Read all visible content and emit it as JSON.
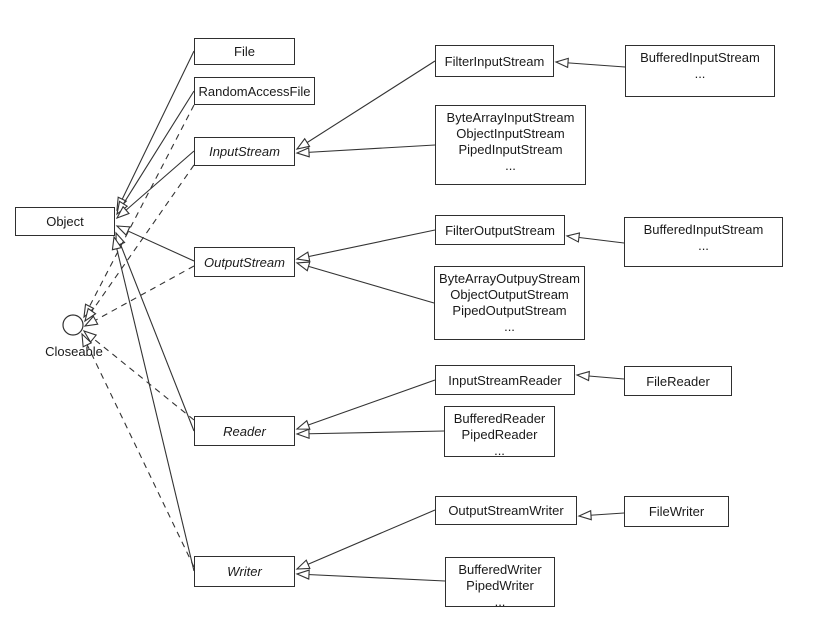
{
  "diagram": {
    "type": "uml-class-diagram",
    "nodes": {
      "object": {
        "label": "Object",
        "kind": "class"
      },
      "closeable": {
        "label": "Closeable",
        "kind": "interface-lollipop"
      },
      "file": {
        "label": "File",
        "kind": "class"
      },
      "random_access_file": {
        "label": "RandomAccessFile",
        "kind": "class"
      },
      "input_stream": {
        "label": "InputStream",
        "kind": "abstract-class"
      },
      "output_stream": {
        "label": "OutputStream",
        "kind": "abstract-class"
      },
      "reader": {
        "label": "Reader",
        "kind": "abstract-class"
      },
      "writer": {
        "label": "Writer",
        "kind": "abstract-class"
      },
      "filter_input_stream": {
        "label": "FilterInputStream",
        "kind": "class"
      },
      "buffered_input_stream_top": {
        "lines": [
          "BufferedInputStream",
          "..."
        ],
        "kind": "class-group"
      },
      "input_stream_group": {
        "lines": [
          "ByteArrayInputStream",
          "ObjectInputStream",
          "PipedInputStream",
          "..."
        ],
        "kind": "class-group"
      },
      "filter_output_stream": {
        "label": "FilterOutputStream",
        "kind": "class"
      },
      "buffered_output_row": {
        "lines": [
          "BufferedInputStream",
          "..."
        ],
        "kind": "class-group"
      },
      "output_stream_group": {
        "lines": [
          "ByteArrayOutpuyStream",
          "ObjectOutputStream",
          "PipedOutputStream",
          "..."
        ],
        "kind": "class-group"
      },
      "input_stream_reader": {
        "label": "InputStreamReader",
        "kind": "class"
      },
      "file_reader": {
        "label": "FileReader",
        "kind": "class"
      },
      "reader_group": {
        "lines": [
          "BufferedReader",
          "PipedReader",
          "..."
        ],
        "kind": "class-group"
      },
      "output_stream_writer": {
        "label": "OutputStreamWriter",
        "kind": "class"
      },
      "file_writer": {
        "label": "FileWriter",
        "kind": "class"
      },
      "writer_group": {
        "lines": [
          "BufferedWriter",
          "PipedWriter",
          "..."
        ],
        "kind": "class-group"
      }
    },
    "edges": [
      {
        "from": "file",
        "to": "object",
        "type": "extends"
      },
      {
        "from": "random_access_file",
        "to": "object",
        "type": "extends"
      },
      {
        "from": "input_stream",
        "to": "object",
        "type": "extends"
      },
      {
        "from": "output_stream",
        "to": "object",
        "type": "extends"
      },
      {
        "from": "reader",
        "to": "object",
        "type": "extends"
      },
      {
        "from": "writer",
        "to": "object",
        "type": "extends"
      },
      {
        "from": "random_access_file",
        "to": "closeable",
        "type": "implements"
      },
      {
        "from": "input_stream",
        "to": "closeable",
        "type": "implements"
      },
      {
        "from": "output_stream",
        "to": "closeable",
        "type": "implements"
      },
      {
        "from": "reader",
        "to": "closeable",
        "type": "implements"
      },
      {
        "from": "writer",
        "to": "closeable",
        "type": "implements"
      },
      {
        "from": "filter_input_stream",
        "to": "input_stream",
        "type": "extends"
      },
      {
        "from": "input_stream_group",
        "to": "input_stream",
        "type": "extends"
      },
      {
        "from": "buffered_input_stream_top",
        "to": "filter_input_stream",
        "type": "extends"
      },
      {
        "from": "filter_output_stream",
        "to": "output_stream",
        "type": "extends"
      },
      {
        "from": "output_stream_group",
        "to": "output_stream",
        "type": "extends"
      },
      {
        "from": "buffered_output_row",
        "to": "filter_output_stream",
        "type": "extends"
      },
      {
        "from": "input_stream_reader",
        "to": "reader",
        "type": "extends"
      },
      {
        "from": "reader_group",
        "to": "reader",
        "type": "extends"
      },
      {
        "from": "file_reader",
        "to": "input_stream_reader",
        "type": "extends"
      },
      {
        "from": "output_stream_writer",
        "to": "writer",
        "type": "extends"
      },
      {
        "from": "writer_group",
        "to": "writer",
        "type": "extends"
      },
      {
        "from": "file_writer",
        "to": "output_stream_writer",
        "type": "extends"
      }
    ],
    "colors": {
      "line": "#333333",
      "box_border": "#2f2f2f",
      "box_fill": "#ffffff",
      "text": "#1a1a1a"
    }
  }
}
